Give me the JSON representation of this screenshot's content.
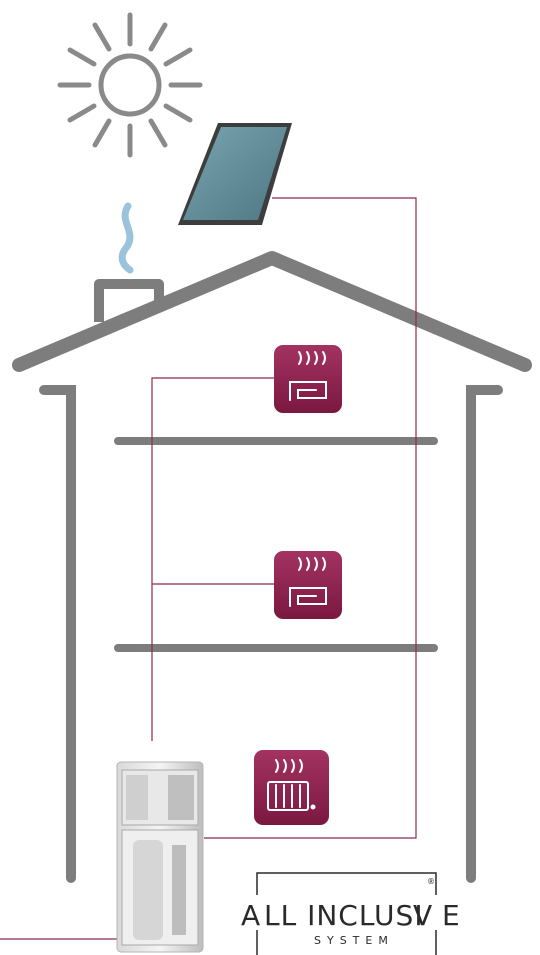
{
  "logo": {
    "text_left": "LL INCLUSI",
    "letter_a": "A",
    "letter_v": "V",
    "letter_e": "E",
    "subtitle": "SYSTEM",
    "registered": "®"
  },
  "icons": {
    "upper_floor": "underfloor-heating-icon",
    "middle_floor": "underfloor-heating-icon",
    "ground_floor": "radiator-icon",
    "sun": "sun-icon",
    "solar_panel": "solar-panel-icon",
    "chimney_smoke": "smoke-icon",
    "heat_pump": "heat-pump-unit"
  },
  "colors": {
    "house_outline": "#7d7d7d",
    "pipe": "#8c2a52",
    "icon_tile": "#8a1e4b",
    "solar_panel": "#5f8a96",
    "smoke": "#9cc3dc"
  }
}
